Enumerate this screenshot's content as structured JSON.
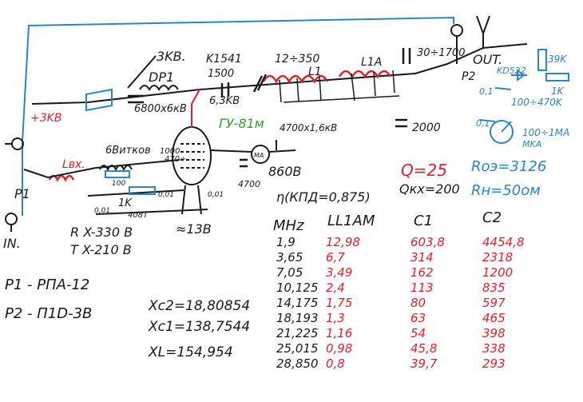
{
  "labels": {
    "v_3kv_top": "3KB.",
    "dp1": "DP1",
    "cap_6800": "6800x6кВ",
    "k1541": "K1541",
    "c1500": "1500",
    "c63kv": "6,3KB",
    "var_12_350": "12÷350",
    "l1": "L1",
    "l1a": "L1A",
    "c30_1700": "30÷1700",
    "out": "OUT.",
    "p2": "P2",
    "kd522": "KD522",
    "r39k": "39K",
    "r1k_right": "1K",
    "r470k": "100÷470K",
    "c01_right": "0,1",
    "c01_right2": "0,1",
    "ma_meter": "100÷1MA",
    "mka": "MKA",
    "c2000": "2000",
    "plus_3kv": "+3KB",
    "tube": "ГУ-81м",
    "c4700kv": "4700x1,6кВ",
    "ma": "MA",
    "v860": "860B",
    "c4700": "4700",
    "lbx": "Lвх.",
    "winding": "6Витков",
    "c1000_470": "1000",
    "c470": "470÷",
    "r100": "100",
    "r1k": "1K",
    "v40": "408T",
    "c001a": "0,01",
    "c001b": "0,01",
    "c001c": "0,01",
    "approx13": "≈13B",
    "p1": "P1",
    "in": "IN.",
    "rx": "R X-330 B",
    "tx": "T X-210 B",
    "kpd": "η(КПД=0,875)",
    "q25": "Q=25",
    "qxx": "Qкх=200",
    "roe": "Rоэ=3126",
    "rh": "Rн=50ом",
    "legend_p1": "P1 - РПА-12",
    "legend_p2": "P2 - П1D-3B",
    "xc2": "Xc2=18,80854",
    "xc1": "Xc1=138,7544",
    "xl": "XL=154,954"
  },
  "table": {
    "headers": {
      "mhz": "MHz",
      "l": "LL1AM",
      "c1": "C1",
      "c2": "C2"
    },
    "rows": [
      {
        "mhz": "1,9",
        "l": "12,98",
        "c1": "603,8",
        "c2": "4454,8"
      },
      {
        "mhz": "3,65",
        "l": "6,7",
        "c1": "314",
        "c2": "2318"
      },
      {
        "mhz": "7,05",
        "l": "3,49",
        "c1": "162",
        "c2": "1200"
      },
      {
        "mhz": "10,125",
        "l": "2,4",
        "c1": "113",
        "c2": "835"
      },
      {
        "mhz": "14,175",
        "l": "1,75",
        "c1": "80",
        "c2": "597"
      },
      {
        "mhz": "18,193",
        "l": "1,3",
        "c1": "63",
        "c2": "465"
      },
      {
        "mhz": "21,225",
        "l": "1,16",
        "c1": "54",
        "c2": "398"
      },
      {
        "mhz": "25,015",
        "l": "0,98",
        "c1": "45,8",
        "c2": "338"
      },
      {
        "mhz": "28,850",
        "l": "0,8",
        "c1": "39,7",
        "c2": "293"
      }
    ]
  },
  "colors": {
    "ink": "#1a1a1a",
    "red": "#e0202a",
    "blue": "#2a86c8",
    "green": "#2aa02a"
  }
}
